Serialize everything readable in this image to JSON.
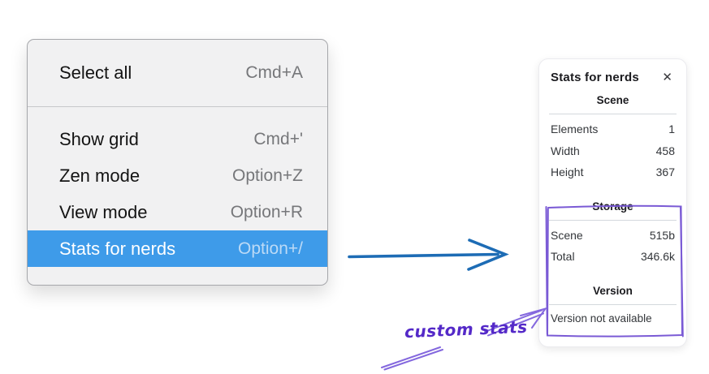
{
  "context_menu": {
    "groups": [
      {
        "items": [
          {
            "label": "Select all",
            "shortcut": "Cmd+A"
          }
        ]
      },
      {
        "items": [
          {
            "label": "Show grid",
            "shortcut": "Cmd+'"
          },
          {
            "label": "Zen mode",
            "shortcut": "Option+Z"
          },
          {
            "label": "View mode",
            "shortcut": "Option+R"
          },
          {
            "label": "Stats for nerds",
            "shortcut": "Option+/"
          }
        ]
      }
    ],
    "highlighted_item": "Stats for nerds",
    "highlight_color": "#3e9be9"
  },
  "stats_panel": {
    "title": "Stats for nerds",
    "close_icon": "✕",
    "sections": [
      {
        "header": "Scene",
        "rows": [
          {
            "label": "Elements",
            "value": "1"
          },
          {
            "label": "Width",
            "value": "458"
          },
          {
            "label": "Height",
            "value": "367"
          }
        ]
      },
      {
        "header": "Storage",
        "rows": [
          {
            "label": "Scene",
            "value": "515b"
          },
          {
            "label": "Total",
            "value": "346.6k"
          }
        ]
      },
      {
        "header": "Version",
        "note": "Version not available"
      }
    ]
  },
  "annotations": {
    "custom_stats_label": "custom stats",
    "label_color": "#5429c8",
    "pointer_arrow_color": "#8468de",
    "box_color": "#7a5ad5",
    "flow_arrow_color": "#1d6cb5"
  }
}
